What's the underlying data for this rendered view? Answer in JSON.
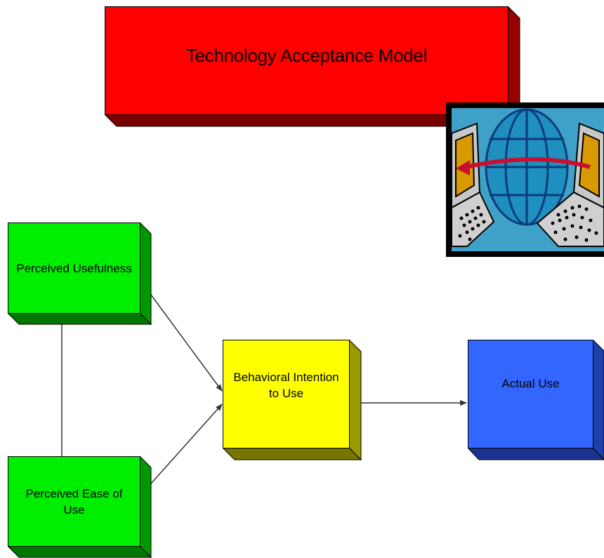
{
  "title": {
    "text": "Technology Acceptance Model",
    "color": "#ff0000"
  },
  "nodes": {
    "perceived_usefulness": {
      "label": "Perceived Usefulness",
      "color": "#00ee00"
    },
    "perceived_ease_of_use": {
      "label": "Perceived Ease of Use",
      "color": "#00ee00"
    },
    "behavioral_intention": {
      "label": "Behavioral Intention to Use",
      "color": "#ffff00"
    },
    "actual_use": {
      "label": "Actual Use",
      "color": "#3366ff"
    }
  },
  "edges": [
    {
      "from": "Perceived Usefulness",
      "to": "Behavioral Intention to Use",
      "type": "arrow"
    },
    {
      "from": "Perceived Ease of Use",
      "to": "Behavioral Intention to Use",
      "type": "arrow"
    },
    {
      "from": "Behavioral Intention to Use",
      "to": "Actual Use",
      "type": "arrow"
    },
    {
      "from": "Perceived Usefulness",
      "to": "Perceived Ease of Use",
      "type": "line"
    }
  ],
  "clip_art": {
    "icon": "networked-computers-globe-icon"
  }
}
